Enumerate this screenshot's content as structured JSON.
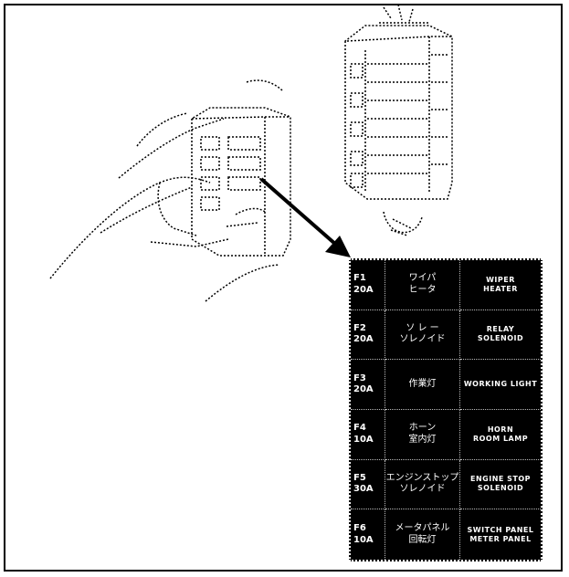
{
  "fuse_table": {
    "rows": [
      {
        "id": "F1",
        "amp": "20A",
        "jp1": "ワイパ",
        "jp2": "ヒータ",
        "en1": "WIPER",
        "en2": "HEATER"
      },
      {
        "id": "F2",
        "amp": "20A",
        "jp1": "ソ レ ー",
        "jp2": "ソレノイド",
        "en1": "RELAY",
        "en2": "SOLENOID"
      },
      {
        "id": "F3",
        "amp": "20A",
        "jp1": "作業灯",
        "jp2": "",
        "en1": "WORKING LIGHT",
        "en2": ""
      },
      {
        "id": "F4",
        "amp": "10A",
        "jp1": "ホーン",
        "jp2": "室内灯",
        "en1": "HORN",
        "en2": "ROOM LAMP"
      },
      {
        "id": "F5",
        "amp": "30A",
        "jp1": "エンジンストップ",
        "jp2": "ソレノイド",
        "en1": "ENGINE STOP",
        "en2": "SOLENOID"
      },
      {
        "id": "F6",
        "amp": "10A",
        "jp1": "メータパネル",
        "jp2": "回転灯",
        "en1": "SWITCH PANEL",
        "en2": "METER PANEL"
      }
    ]
  },
  "colors": {
    "panel_bg": "#000000",
    "panel_text": "#ffffff",
    "line_art": "#000000"
  }
}
